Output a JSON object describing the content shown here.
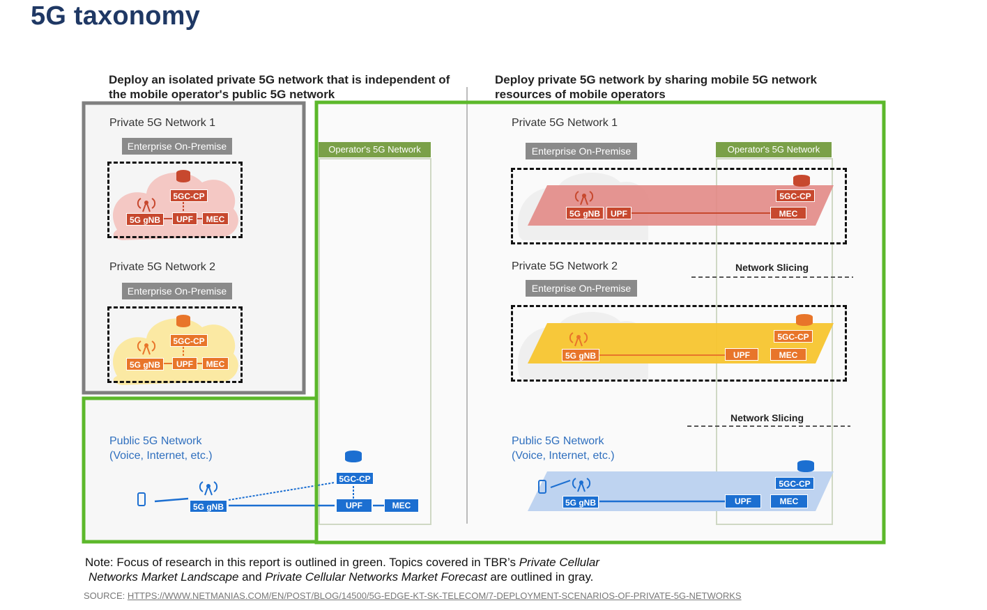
{
  "title": "5G taxonomy",
  "left_heading": [
    "Deploy an isolated private 5G network that is independent of",
    "the mobile operator's public 5G network"
  ],
  "right_heading": [
    "Deploy private 5G network by sharing mobile 5G network",
    "resources of mobile operators"
  ],
  "left": {
    "network1_title": "Private 5G Network 1",
    "network2_title": "Private 5G Network 2",
    "enterprise_label": "Enterprise On-Premise",
    "operator_label": "Operator's 5G Network",
    "public_title": "Public 5G Network",
    "public_subtitle": "(Voice, Internet, etc.)"
  },
  "right": {
    "network1_title": "Private 5G Network 1",
    "network2_title": "Private 5G Network 2",
    "enterprise_label": "Enterprise On-Premise",
    "operator_label": "Operator's 5G Network",
    "slicing_label_1": "Network Slicing",
    "slicing_label_2": "Network Slicing",
    "public_title": "Public 5G Network",
    "public_subtitle": "(Voice, Internet, etc.)"
  },
  "nodes": {
    "gnb": "5G gNB",
    "upf": "UPF",
    "mec": "MEC",
    "cp": "5GC-CP"
  },
  "note": {
    "prefix": "Note: Focus of research in this report is outlined in green. Topics covered in TBR’s ",
    "italic1": "Private Cellular",
    "line2_italic": "Networks Market Landscape",
    "and": " and ",
    "italic2": "Private Cellular Networks Market Forecast",
    "suffix": " are outlined in gray."
  },
  "source": {
    "label": "SOURCE: ",
    "url": "HTTPS://WWW.NETMANIAS.COM/EN/POST/BLOG/14500/5G-EDGE-KT-SK-TELECOM/7-DEPLOYMENT-SCENARIOS-OF-PRIVATE-5G-NETWORKS"
  },
  "colors": {
    "title": "#1f3864",
    "green_outline": "#5cb82b",
    "gray_outline": "#7f7f7f",
    "red_slice": "#e07a7a",
    "yellow_slice": "#f8c935",
    "blue_slice": "#bcd2ef",
    "red_node": "#c7482e",
    "orange_node": "#e8752a",
    "blue_node": "#1c6fd1"
  }
}
